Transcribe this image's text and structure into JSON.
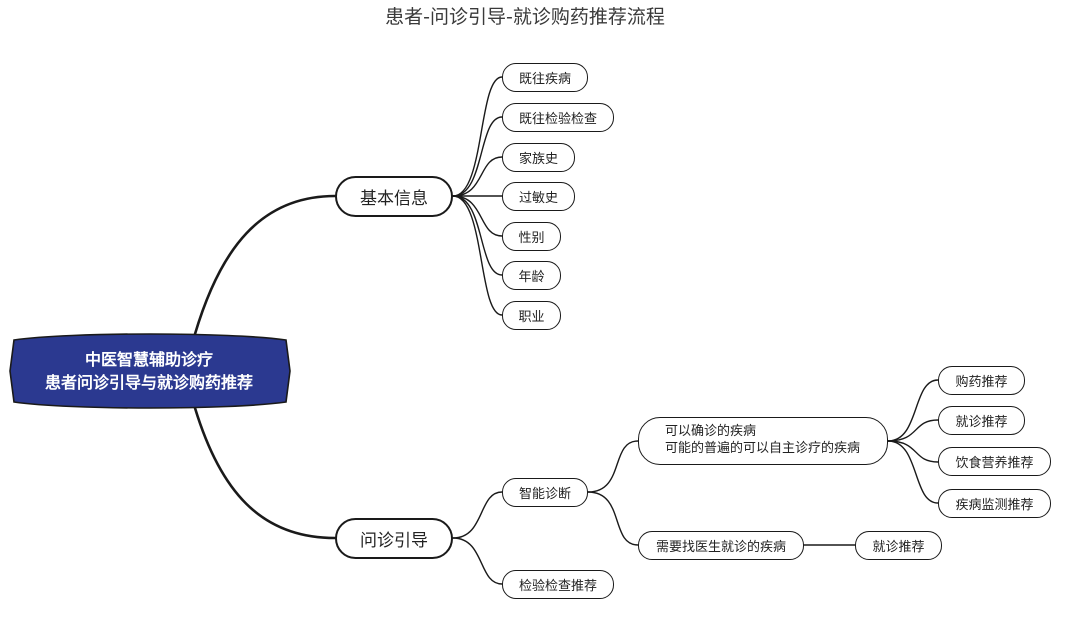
{
  "title": "患者-问诊引导-就诊购药推荐流程",
  "root": {
    "line1": "中医智慧辅助诊疗",
    "line2": "患者问诊引导与就诊购药推荐"
  },
  "basic_info": {
    "label": "基本信息",
    "children": [
      "既往疾病",
      "既往检验检查",
      "家族史",
      "过敏史",
      "性别",
      "年龄",
      "职业"
    ]
  },
  "consult": {
    "label": "问诊引导",
    "smart_diagnosis": {
      "label": "智能诊断",
      "self_treatable": {
        "line1": "可以确诊的疾病",
        "line2": "可能的普遍的可以自主诊疗的疾病",
        "children": [
          "购药推荐",
          "就诊推荐",
          "饮食营养推荐",
          "疾病监测推荐"
        ]
      },
      "need_doctor": {
        "label": "需要找医生就诊的疾病",
        "child": "就诊推荐"
      }
    },
    "exam_recommend": "检验检查推荐"
  },
  "colors": {
    "root_fill": "#2b3990",
    "line": "#1a1a1a"
  }
}
